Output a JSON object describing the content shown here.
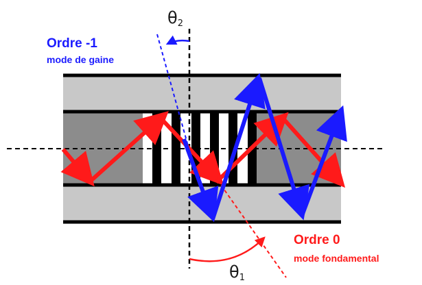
{
  "labels": {
    "order_minus1_title": "Ordre -1",
    "order_minus1_sub": "mode de gaine",
    "order_0_title": "Ordre 0",
    "order_0_sub": "mode fondamental",
    "theta_symbol": "θ",
    "theta2_index": "2",
    "theta1_index": "1"
  },
  "colors": {
    "cladding": "#c8c8c8",
    "core": "#8c8c8c",
    "boundary": "#000000",
    "grating_dark": "#000000",
    "grating_light": "#ffffff",
    "fundamental_ray": "#ff1a1a",
    "cladding_ray": "#1a1aff",
    "angle_arc_blue": "#1a1aff",
    "angle_arc_red": "#ff1a1a"
  }
}
